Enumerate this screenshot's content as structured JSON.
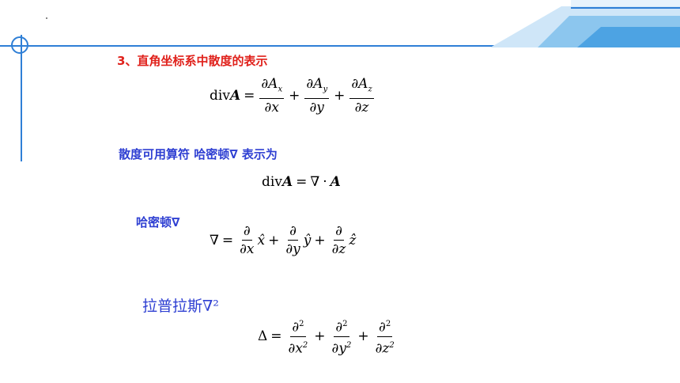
{
  "heading": "3、直角坐标系中散度的表示",
  "divergence_formula": {
    "lhs": "divA =",
    "term1_num": "∂Ax",
    "term1_den": "∂x",
    "term2_num": "∂Ay",
    "term2_den": "∂y",
    "term3_num": "∂Az",
    "term3_den": "∂z"
  },
  "nabla_note": "散度可用算符  哈密顿∇ 表示为",
  "div_nabla_formula": "divA = ∇ · A",
  "hamilton_label": "哈密顿∇",
  "nabla_formula": {
    "lhs": "∇ =",
    "num": "∂",
    "den_x": "∂x",
    "unit_x": "x̂",
    "den_y": "∂y",
    "unit_y": "ŷ",
    "den_z": "∂z",
    "unit_z": "ẑ"
  },
  "laplace_label": "拉普拉斯∇²",
  "laplace_formula": {
    "lhs": "Δ =",
    "num": "∂²",
    "den_x": "∂x²",
    "den_y": "∂y²",
    "den_z": "∂z²"
  },
  "colors": {
    "heading": "#e0211b",
    "label": "#2e3fd2",
    "frame": "#2f7fd6"
  }
}
